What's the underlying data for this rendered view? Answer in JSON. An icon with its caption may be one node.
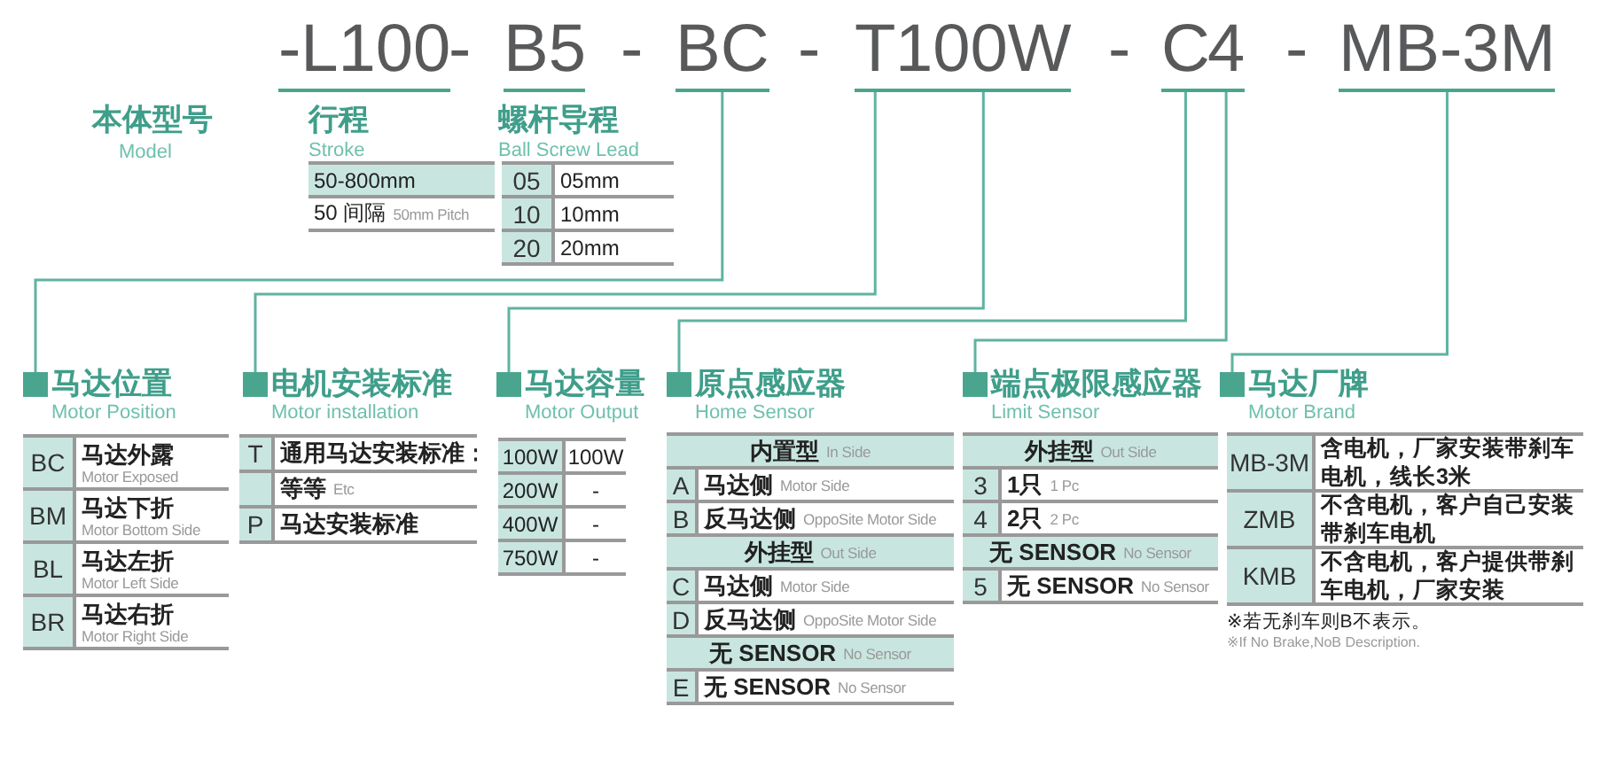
{
  "diagram": {
    "nodes": [
      {
        "text": [
          "BC"
        ]
      },
      {
        "text": [
          "T"
        ]
      },
      {
        "text": [
          "100W"
        ]
      },
      {
        "text": [
          "C"
        ]
      },
      {
        "text": [
          "4"
        ]
      },
      {
        "text": [
          "MB-3M"
        ]
      },
      {
        "text": [
          "马达位置",
          "Motor Position"
        ]
      },
      {
        "text": [
          "电机安装标准",
          "Motor installation"
        ]
      },
      {
        "text": [
          "马达容量",
          "Motor Output"
        ]
      },
      {
        "text": [
          "原点感应器",
          "Home Sensor"
        ]
      },
      {
        "text": [
          "端点极限感应器",
          "Limit Sensor"
        ]
      },
      {
        "text": [
          "马达厂牌",
          "Motor Brand"
        ]
      }
    ],
    "edges": [
      {
        "from": 0,
        "to": 6,
        "arrow": "none"
      },
      {
        "from": 1,
        "to": 7,
        "arrow": "none"
      },
      {
        "from": 2,
        "to": 8,
        "arrow": "none"
      },
      {
        "from": 3,
        "to": 9,
        "arrow": "none"
      },
      {
        "from": 4,
        "to": 10,
        "arrow": "none"
      },
      {
        "from": 5,
        "to": 11,
        "arrow": "none"
      }
    ],
    "labels": [
      "-L100",
      "-",
      "B5",
      "-",
      "-",
      "-",
      "-",
      "本体型号",
      "Model",
      "行程",
      "Stroke",
      "螺杆导程",
      "Ball Screw Lead",
      "50-800mm",
      "50 间隔",
      "50mm Pitch",
      "05",
      "05mm",
      "10",
      "10mm",
      "20",
      "20mm",
      "BC",
      "马达外露",
      "Motor Exposed",
      "BM",
      "马达下折",
      "Motor Bottom Side",
      "BL",
      "马达左折",
      "Motor Left Side",
      "BR",
      "马达右折",
      "Motor Right Side",
      "T",
      "通用马达安装标准：",
      "等等",
      "Etc",
      "P",
      "马达安装标准",
      "100W",
      "100W",
      "200W",
      "-",
      "400W",
      "-",
      "750W",
      "-",
      "内置型",
      "In Side",
      "A",
      "马达侧",
      "Motor Side",
      "B",
      "反马达侧",
      "OppoSite Motor Side",
      "外挂型",
      "Out Side",
      "C",
      "马达侧",
      "Motor Side",
      "D",
      "反马达侧",
      "OppoSite Motor Side",
      "无 SENSOR",
      "No Sensor",
      "E",
      "无 SENSOR",
      "No Sensor",
      "外挂型",
      "Out Side",
      "3",
      "1只",
      "1 Pc",
      "4",
      "2只",
      "2 Pc",
      "无 SENSOR",
      "No Sensor",
      "5",
      "无 SENSOR",
      "No Sensor",
      "MB-3M",
      "含电机，厂家安装带刹车电机，线长3米",
      "ZMB",
      "不含电机，客户自己安装带刹车电机",
      "KMB",
      "不含电机，客户提供带刹车电机，厂家安装",
      "※若无刹车则B不表示。",
      "※If No Brake,NoB Description."
    ]
  }
}
